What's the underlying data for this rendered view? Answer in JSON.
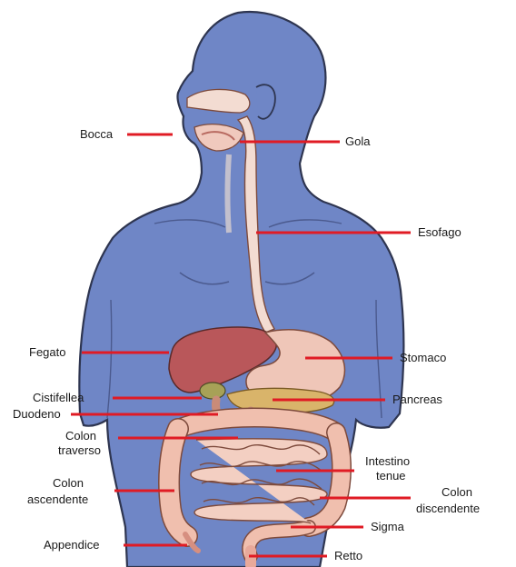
{
  "labels": {
    "bocca": "Bocca",
    "gola": "Gola",
    "esofago": "Esofago",
    "fegato": "Fegato",
    "stomaco": "Stomaco",
    "cistifellea": "Cistifellea",
    "duodeno": "Duodeno",
    "pancreas": "Pancreas",
    "colon_traverso_1": "Colon",
    "colon_traverso_2": "traverso",
    "intestino_tenue_1": "Intestino",
    "intestino_tenue_2": "tenue",
    "colon_ascendente_1": "Colon",
    "colon_ascendente_2": "ascendente",
    "colon_discendente_1": "Colon",
    "colon_discendente_2": "discendente",
    "sigma": "Sigma",
    "appendice": "Appendice",
    "retto": "Retto"
  },
  "colors": {
    "body": "#6f86c6",
    "body_outline": "#2e3550",
    "leader_line": "#e01b24",
    "liver": "#b9575a",
    "stomach": "#efc6b8",
    "pancreas": "#d9b46a",
    "intestine": "#f0bfae",
    "tract": "#f3dcd2"
  }
}
